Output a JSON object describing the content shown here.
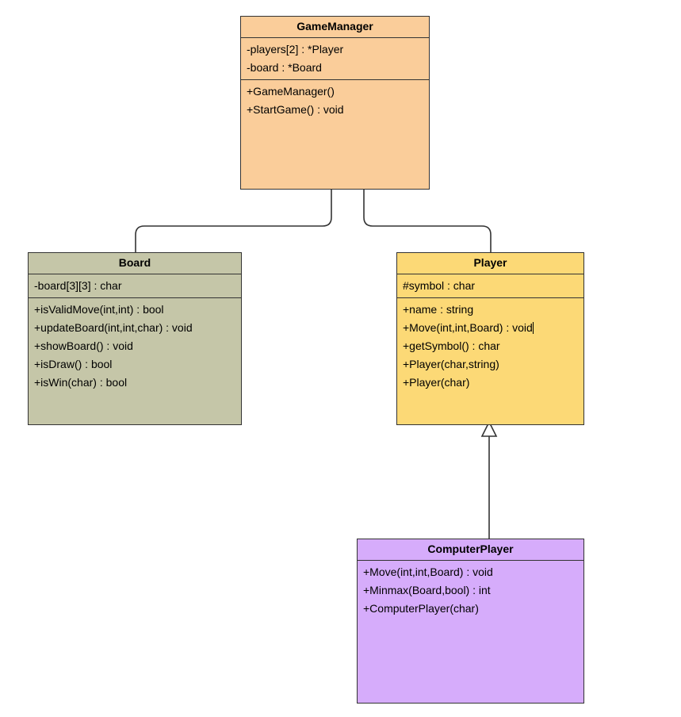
{
  "diagram": {
    "type": "uml-class-diagram",
    "title": "Tic Tac Toe class diagram",
    "background": "#ffffff",
    "edge_color": "#333333"
  },
  "classes": [
    {
      "id": "gamemanager",
      "name": "GameManager",
      "color": "#facd9a",
      "attributes": [
        "-players[2] : *Player",
        "-board : *Board"
      ],
      "methods": [
        "+GameManager()",
        "+StartGame() : void"
      ]
    },
    {
      "id": "board",
      "name": "Board",
      "color": "#c5c6a8",
      "attributes": [
        "-board[3][3] : char"
      ],
      "methods": [
        "+isValidMove(int,int) : bool",
        "+updateBoard(int,int,char) : void",
        "+showBoard() : void",
        "+isDraw() : bool",
        "+isWin(char) : bool"
      ]
    },
    {
      "id": "player",
      "name": "Player",
      "color": "#fcd976",
      "attributes": [
        "#symbol : char"
      ],
      "methods": [
        "+name : string",
        "+Move(int,int,Board) : void",
        "+getSymbol() : char",
        "+Player(char,string)",
        "+Player(char)"
      ],
      "caret_after_method_index": 1
    },
    {
      "id": "computerplayer",
      "name": "ComputerPlayer",
      "color": "#d6acfb",
      "attributes": [],
      "methods": [
        "+Move(int,int,Board) : void",
        "+Minmax(Board,bool) : int",
        "+ComputerPlayer(char)"
      ]
    }
  ],
  "edges": [
    {
      "id": "gamemanager-board",
      "from": "gamemanager",
      "to": "board",
      "kind": "association",
      "arrow": "none"
    },
    {
      "id": "gamemanager-player",
      "from": "gamemanager",
      "to": "player",
      "kind": "association",
      "arrow": "none"
    },
    {
      "id": "computerplayer-player",
      "from": "computerplayer",
      "to": "player",
      "kind": "generalization",
      "arrow": "hollow-triangle"
    }
  ]
}
